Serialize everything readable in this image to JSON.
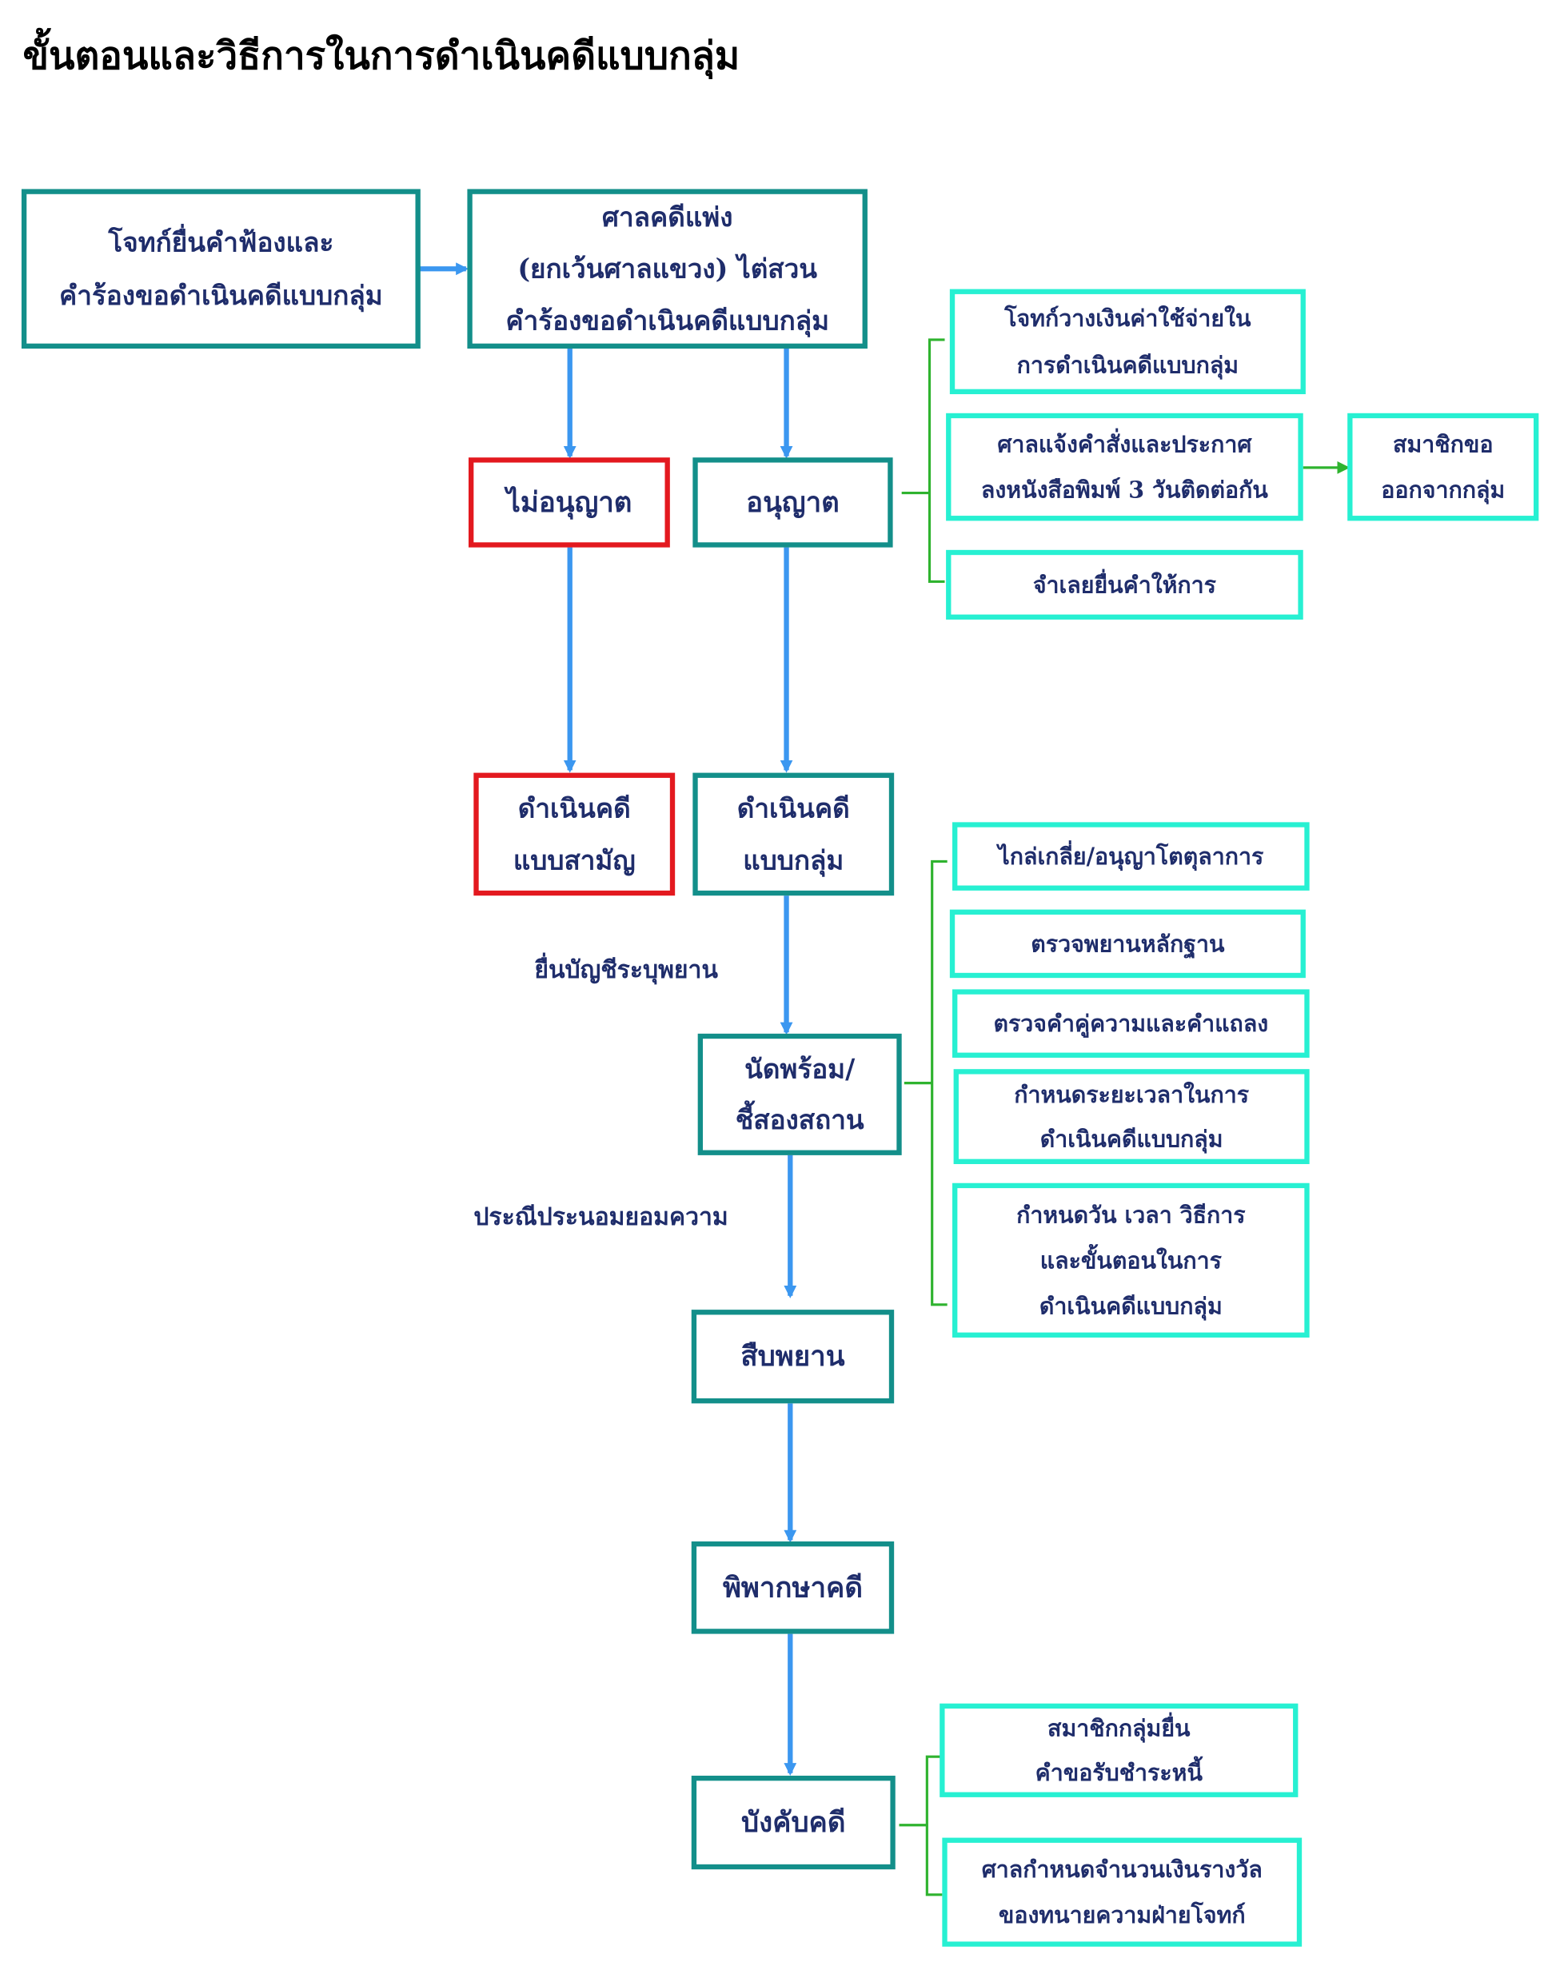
{
  "title": "ขั้นตอนและวิธีการในการดำเนินคดีแบบกลุ่ม",
  "colors": {
    "teal_border": "#138f8a",
    "red_border": "#e3191f",
    "aqua_border": "#27f0d2",
    "arrow_blue": "#3b97f0",
    "bracket_green": "#2fb32f",
    "text_navy": "#1f2d6b"
  },
  "nodes": {
    "plaintiff_files": [
      "โจทก์ยื่นคำฟ้องและ",
      "คำร้องขอดำเนินคดีแบบกลุ่ม"
    ],
    "civil_court": [
      "ศาลคดีแพ่ง",
      "(ยกเว้นศาลแขวง) ไต่สวน",
      "คำร้องขอดำเนินคดีแบบกลุ่ม"
    ],
    "not_permitted": [
      "ไม่อนุญาต"
    ],
    "permitted": [
      "อนุญาต"
    ],
    "ordinary_case": [
      "ดำเนินคดี",
      "แบบสามัญ"
    ],
    "class_case": [
      "ดำเนินคดี",
      "แบบกลุ่ม"
    ],
    "pretrial": [
      "นัดพร้อม/",
      "ชี้สองสถาน"
    ],
    "witness_exam": [
      "สืบพยาน"
    ],
    "judgment": [
      "พิพากษาคดี"
    ],
    "enforcement": [
      "บังคับคดี"
    ],
    "deposit_costs": [
      "โจทก์วางเงินค่าใช้จ่ายใน",
      "การดำเนินคดีแบบกลุ่ม"
    ],
    "court_notice": [
      "ศาลแจ้งคำสั่งและประกาศ",
      "ลงหนังสือพิมพ์ 3 วันติดต่อกัน"
    ],
    "member_optout": [
      "สมาชิกขอ",
      "ออกจากกลุ่ม"
    ],
    "defendant_answer": [
      "จำเลยยื่นคำให้การ"
    ],
    "mediation": [
      "ไกล่เกลี่ย/อนุญาโตตุลาการ"
    ],
    "check_evidence": [
      "ตรวจพยานหลักฐาน"
    ],
    "check_pleadings": [
      "ตรวจคำคู่ความและคำแถลง"
    ],
    "set_period": [
      "กำหนดระยะเวลาในการ",
      "ดำเนินคดีแบบกลุ่ม"
    ],
    "set_schedule": [
      "กำหนดวัน เวลา วิธีการ",
      "และขั้นตอนในการ",
      "ดำเนินคดีแบบกลุ่ม"
    ],
    "member_claim": [
      "สมาชิกกลุ่มยื่น",
      "คำขอรับชำระหนี้"
    ],
    "attorney_fee": [
      "ศาลกำหนดจำนวนเงินรางวัล",
      "ของทนายความฝ่ายโจทก์"
    ]
  },
  "annotations": {
    "witness_list": "ยื่นบัญชีระบุพยาน",
    "settlement": "ประณีประนอมยอมความ"
  }
}
